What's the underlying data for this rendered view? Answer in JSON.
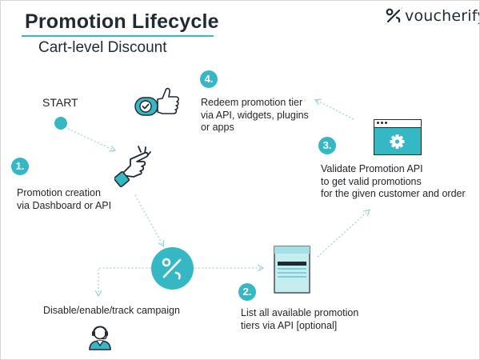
{
  "title": "Promotion Lifecycle",
  "subtitle": "Cart-level Discount",
  "brand": {
    "name": "voucherify"
  },
  "colors": {
    "accent": "#36b8c4",
    "dark": "#1f2a33",
    "arrow": "#9fd3da"
  },
  "start_label": "START",
  "steps": [
    {
      "number": "1.",
      "text": "Promotion creation\nvia Dashboard or API",
      "icon": "hand-pointer-icon"
    },
    {
      "number": "2.",
      "text": "List all available promotion\ntiers via API [optional]",
      "icon": "document-list-icon"
    },
    {
      "number": "3.",
      "text": "Validate Promotion API\nto get valid promotions\nfor the given customer and order",
      "icon": "browser-gear-icon"
    },
    {
      "number": "4.",
      "text": "Redeem promotion tier\nvia API, widgets, plugins\nor apps",
      "icon": "thumbs-up-check-icon"
    }
  ],
  "campaign_label": "Disable/enable/track campaign",
  "center_icon": "percent-icon",
  "campaign_icon": "support-agent-icon"
}
